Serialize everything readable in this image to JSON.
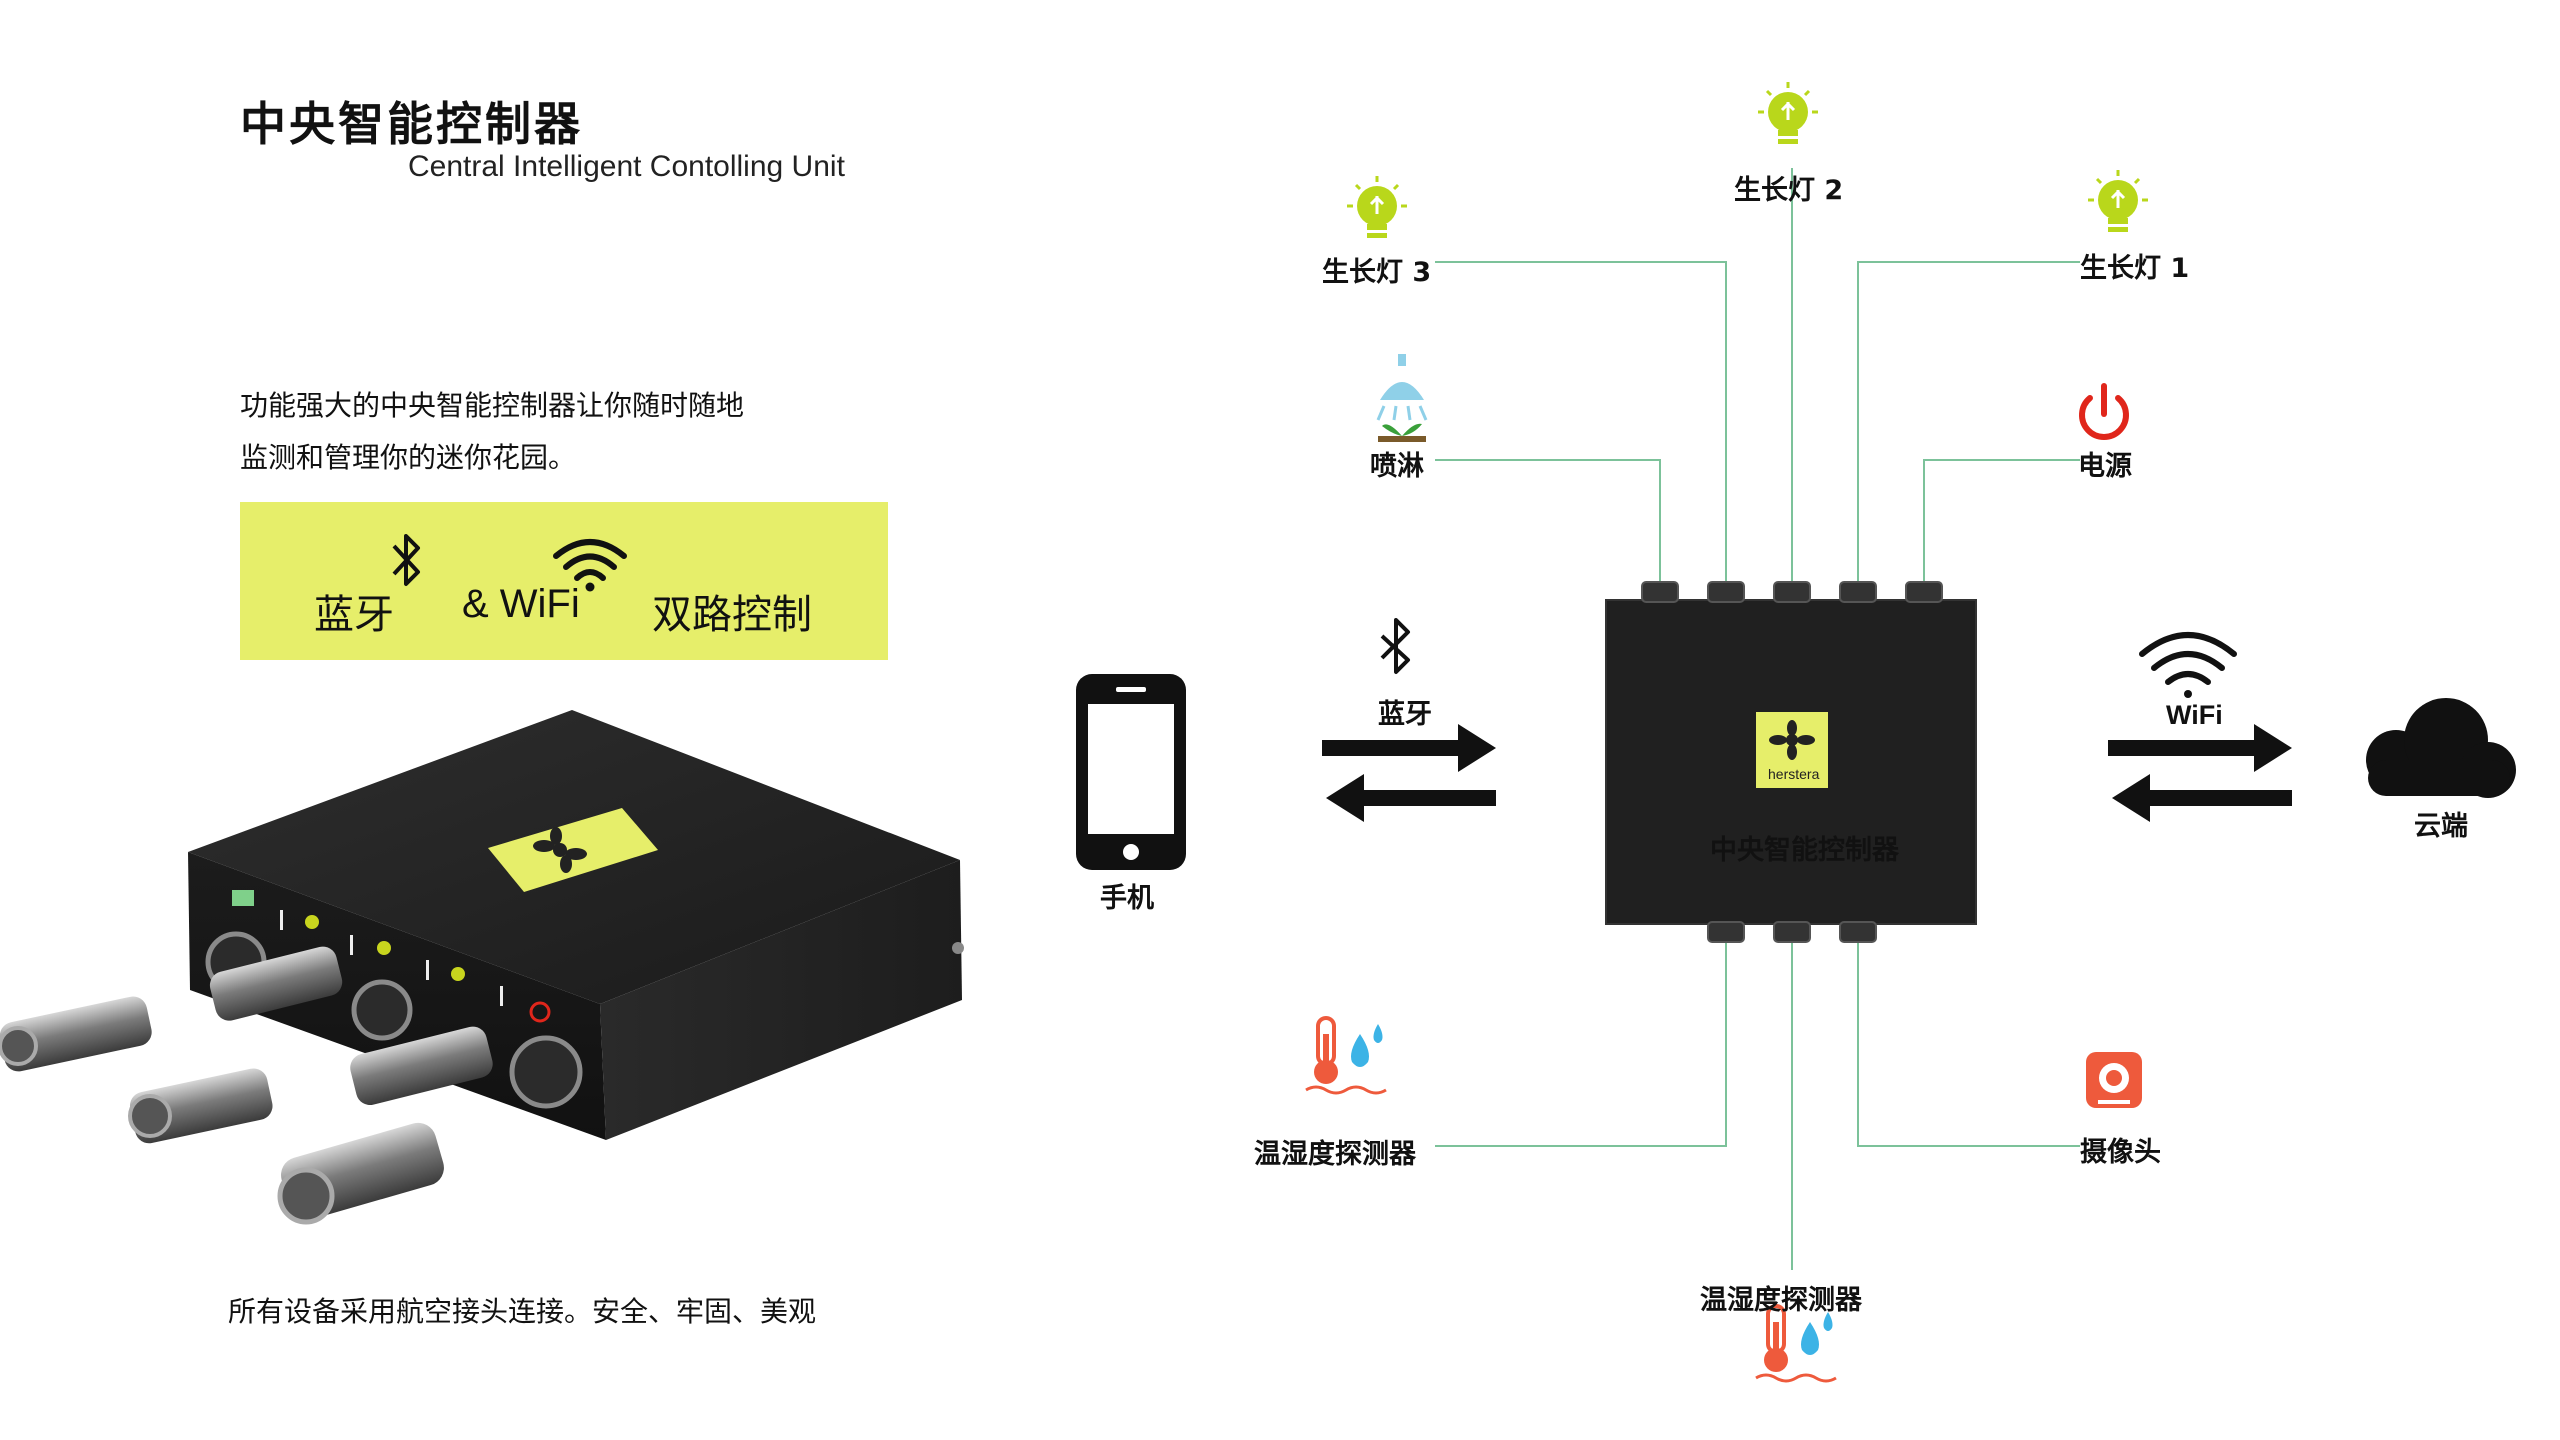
{
  "header": {
    "title": "中央智能控制器",
    "subtitle": "Central Intelligent Contolling Unit"
  },
  "intro": {
    "line1": "功能强大的中央智能控制器让你随时随地",
    "line2": "监测和管理你的迷你花园。"
  },
  "banner": {
    "bluetooth": "蓝牙",
    "wifi": "& WiFi",
    "dual": "双路控制"
  },
  "footer": "所有设备采用航空接头连接。安全、牢固、美观",
  "diagram": {
    "phone": "手机",
    "bluetooth": "蓝牙",
    "wifi": "WiFi",
    "cloud": "云端",
    "controller": "中央智能控制器",
    "brand": "herstera",
    "grow_light_3": "生长灯 3",
    "grow_light_2": "生长灯 2",
    "grow_light_1": "生长灯 1",
    "sprinkler": "喷淋",
    "power": "电源",
    "th_sensor_left": "温湿度探测器",
    "th_sensor_bottom": "温湿度探测器",
    "camera": "摄像头"
  },
  "colors": {
    "accent_yellow": "#e6ee6a",
    "bulb_green": "#b9d71b",
    "line_green": "#7cc29a",
    "power_red": "#e0261b",
    "sensor_red": "#ee5a3c",
    "water_blue": "#3cb3e6",
    "device_dark": "#202020"
  }
}
